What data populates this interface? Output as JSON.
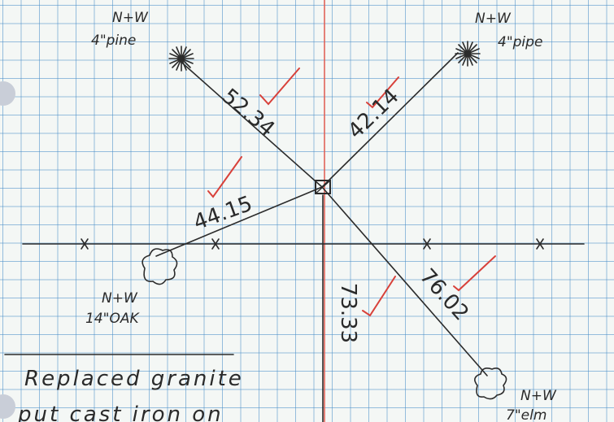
{
  "colors": {
    "grid": "#468cc8",
    "ink": "#2b2b2b",
    "redline": "#d8413a",
    "paper": "#f4f7f5",
    "hole": "#c9ced8"
  },
  "center_mark": {
    "name": "square-monument-icon"
  },
  "ties": [
    {
      "to": "nw-pine",
      "distance": "52.34"
    },
    {
      "to": "ne-pine",
      "distance": "42.14"
    },
    {
      "to": "sw-oak",
      "distance": "44.15"
    },
    {
      "to": "se-elm",
      "distance": "76.02"
    },
    {
      "to": "south",
      "distance": "73.33"
    }
  ],
  "landmarks": [
    {
      "id": "nw-pine",
      "line1": "N+W",
      "line2": "4\"pine",
      "icon": "pine-tree-icon"
    },
    {
      "id": "ne-pine",
      "line1": "N+W",
      "line2": "4\"pipe",
      "icon": "pine-tree-icon"
    },
    {
      "id": "sw-oak",
      "line1": "N+W",
      "line2": "14\"OAK",
      "icon": "tree-canopy-icon"
    },
    {
      "id": "se-elm",
      "line1": "N+W",
      "line2": "7\"elm",
      "icon": "tree-canopy-icon"
    }
  ],
  "note": {
    "line1": "Replaced granite",
    "line2": "put cast iron on"
  }
}
